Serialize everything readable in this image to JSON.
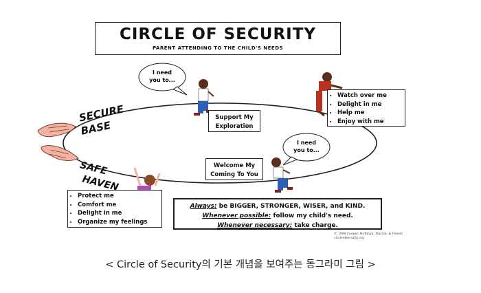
{
  "title": "CIRCLE OF SECURITY",
  "subtitle": "PARENT ATTENDING TO THE CHILD'S NEEDS",
  "secure_base": [
    "SECURE",
    "BASE"
  ],
  "safe_haven": [
    "SAFE",
    "HAVEN"
  ],
  "bubble_top": [
    "I need",
    "you to..."
  ],
  "bubble_right": [
    "I need",
    "you to..."
  ],
  "support_box": [
    "Support My",
    "Exploration"
  ],
  "welcome_box": [
    "Welcome My",
    "Coming To You"
  ],
  "top_needs": [
    "Watch over me",
    "Delight in me",
    "Help me",
    "Enjoy with me"
  ],
  "bottom_needs": [
    "Protect me",
    "Comfort me",
    "Delight in me",
    "Organize my feelings"
  ],
  "rules": {
    "line1_lead": "Always:",
    "line1_rest": " be BIGGER, STRONGER, WISER, and KIND.",
    "line2_lead": "Whenever possible:",
    "line2_rest": " follow my child's need.",
    "line3_lead": "Whenever necessary:",
    "line3_rest": " take charge."
  },
  "copyright": [
    "© 1998 Cooper, Hoffman, Marvin, & Powell",
    "circleofsecurity.org"
  ],
  "caption": "< Circle of Security의 기본 개념을 보여주는 동그라미 그림 >"
}
